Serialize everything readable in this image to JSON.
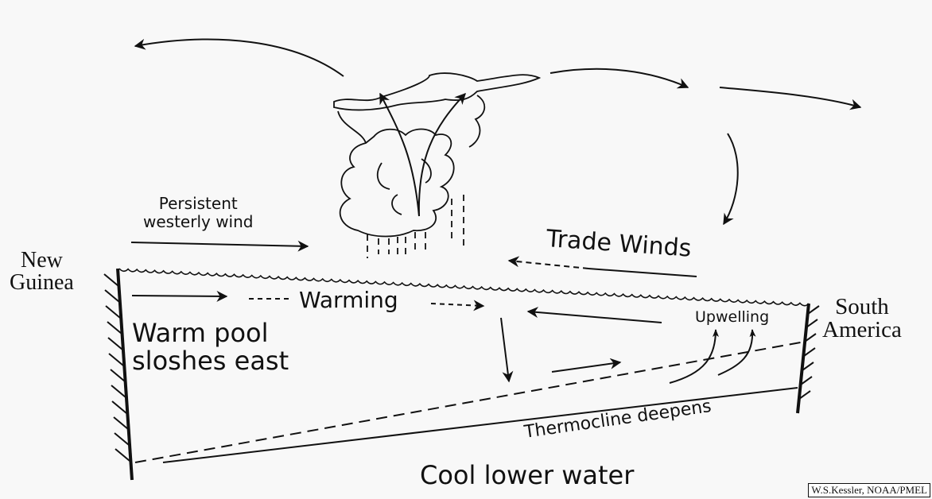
{
  "labels": {
    "new_guinea": "New\nGuinea",
    "south_america": "South\nAmerica",
    "persistent_wind": "Persistent\nwesterly wind",
    "trade_winds": "Trade Winds",
    "warming": "Warming",
    "warm_pool": "Warm pool\nsloshes east",
    "upwelling": "Upwelling",
    "thermocline": "Thermocline deepens",
    "cool_water": "Cool lower water"
  },
  "credit": "W.S.Kessler, NOAA/PMEL"
}
